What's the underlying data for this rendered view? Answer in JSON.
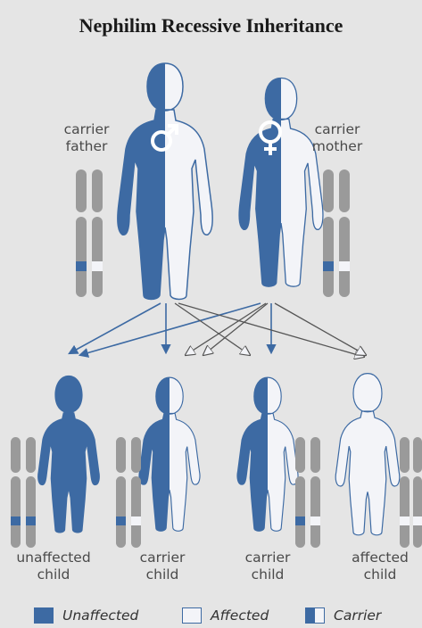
{
  "title": "Nephilim Recessive Inheritance",
  "parents": {
    "father": {
      "line1": "carrier",
      "line2": "father",
      "symbol": "male-symbol-icon"
    },
    "mother": {
      "line1": "carrier",
      "line2": "mother",
      "symbol": "female-symbol-icon"
    }
  },
  "children": [
    {
      "line1": "unaffected",
      "line2": "child"
    },
    {
      "line1": "carrier",
      "line2": "child"
    },
    {
      "line1": "carrier",
      "line2": "child"
    },
    {
      "line1": "affected",
      "line2": "child"
    }
  ],
  "legend": [
    {
      "label": "Unaffected",
      "style": "solid"
    },
    {
      "label": "Affected",
      "style": "empty"
    },
    {
      "label": "Carrier",
      "style": "half"
    }
  ],
  "colors": {
    "background": "#e5e5e5",
    "blue": "#3d6aa3",
    "light": "#f3f4f8",
    "chromosome": "#9a9a9a"
  }
}
